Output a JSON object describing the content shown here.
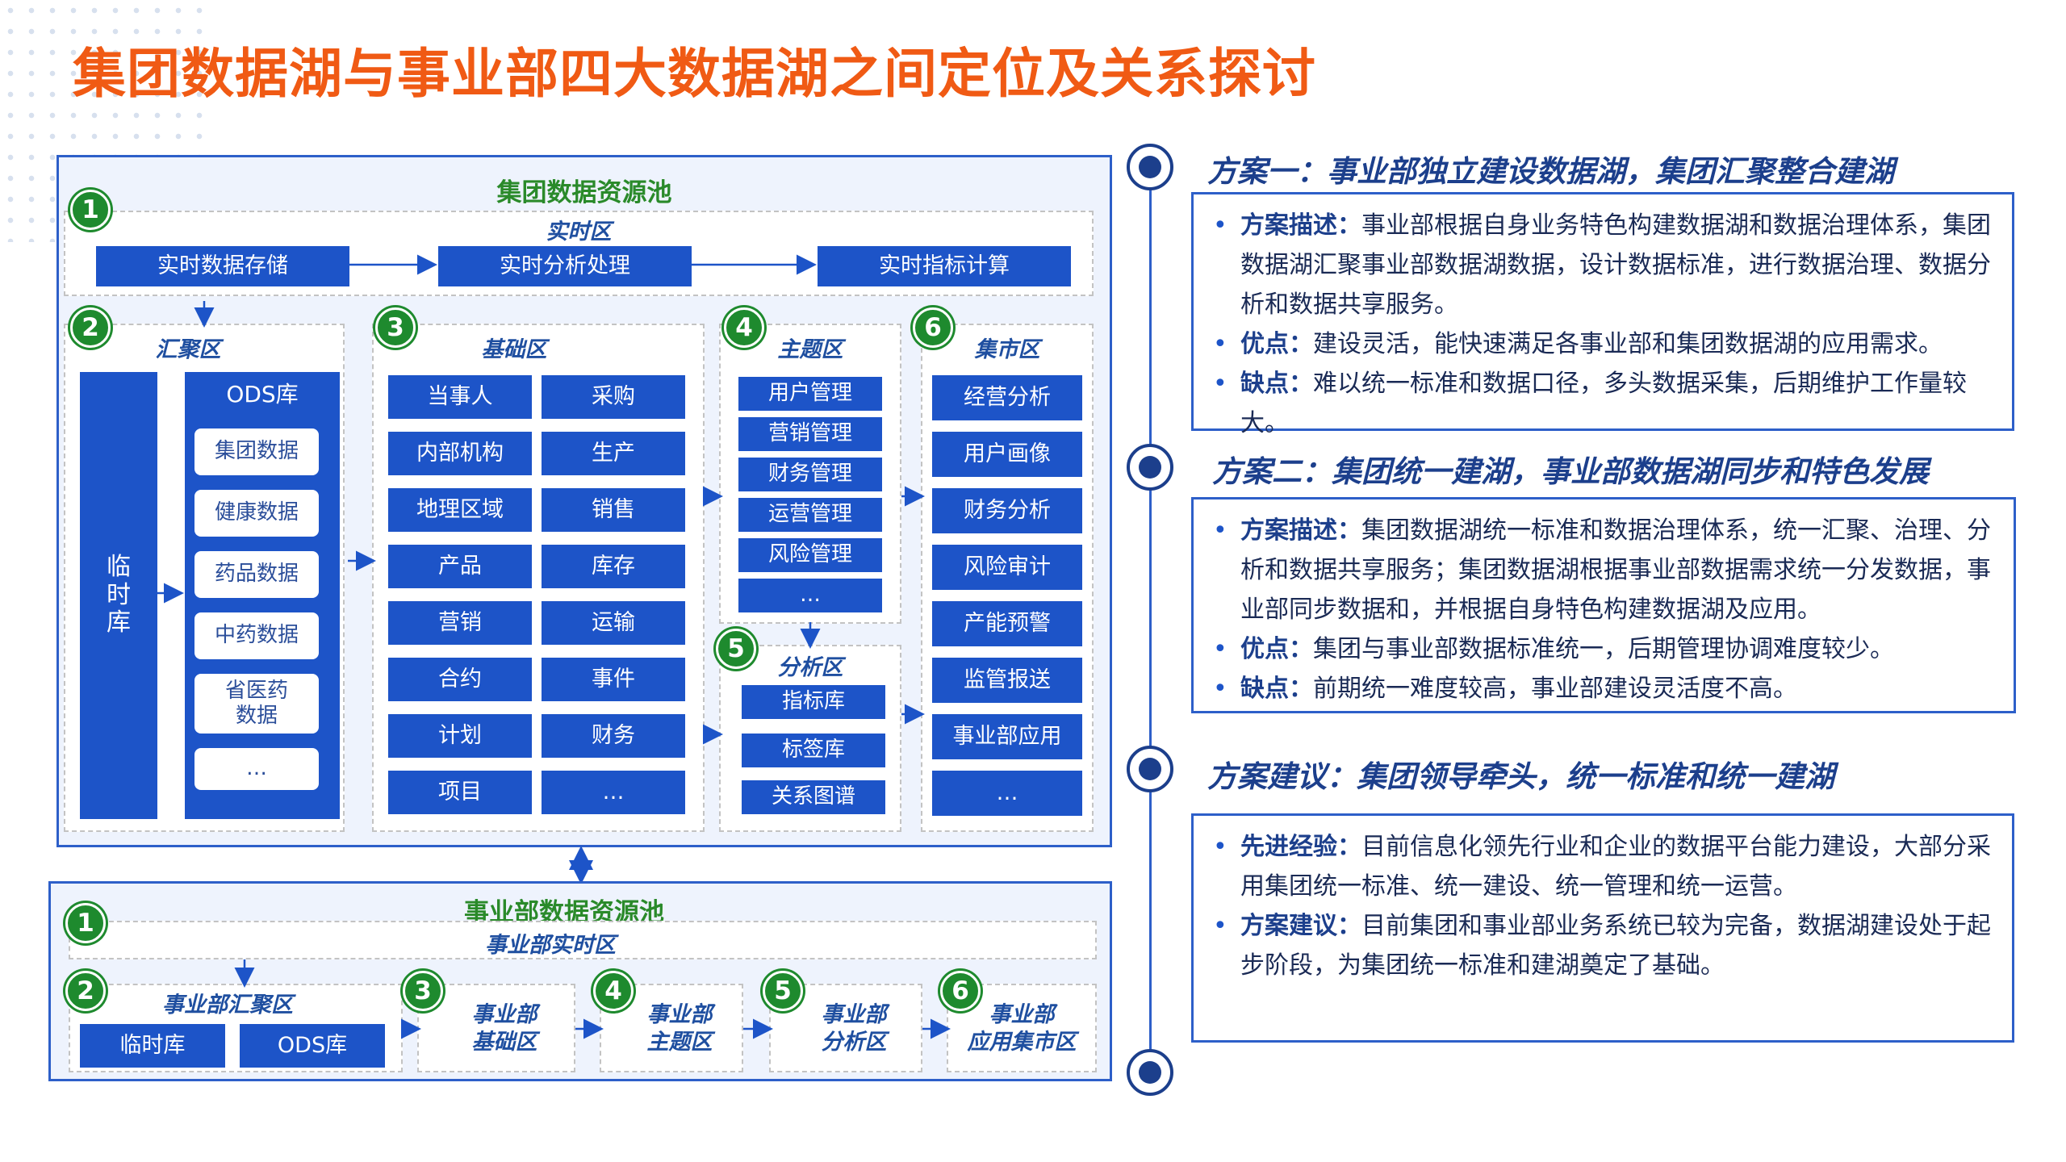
{
  "title": "集团数据湖与事业部四大数据湖之间定位及关系探讨",
  "group_pool": {
    "title": "集团数据资源池",
    "realtime": {
      "num": "1",
      "label": "实时区",
      "items": [
        "实时数据存储",
        "实时分析处理",
        "实时指标计算"
      ]
    },
    "gather": {
      "num": "2",
      "label": "汇聚区",
      "temp": "临\n时\n库",
      "ods_title": "ODS库",
      "ods_items": [
        "集团数据",
        "健康数据",
        "药品数据",
        "中药数据",
        "省医药\n数据",
        "…"
      ]
    },
    "base": {
      "num": "3",
      "label": "基础区",
      "items": [
        "当事人",
        "采购",
        "内部机构",
        "生产",
        "地理区域",
        "销售",
        "产品",
        "库存",
        "营销",
        "运输",
        "合约",
        "事件",
        "计划",
        "财务",
        "项目",
        "…"
      ]
    },
    "topic": {
      "num": "4",
      "label": "主题区",
      "items": [
        "用户管理",
        "营销管理",
        "财务管理",
        "运营管理",
        "风险管理",
        "…"
      ]
    },
    "analysis": {
      "num": "5",
      "label": "分析区",
      "items": [
        "指标库",
        "标签库",
        "关系图谱"
      ]
    },
    "market": {
      "num": "6",
      "label": "集市区",
      "items": [
        "经营分析",
        "用户画像",
        "财务分析",
        "风险审计",
        "产能预警",
        "监管报送",
        "事业部应用",
        "…"
      ]
    }
  },
  "dept_pool": {
    "title": "事业部数据资源池",
    "realtime": {
      "num": "1",
      "label": "事业部实时区"
    },
    "gather": {
      "num": "2",
      "label": "事业部汇聚区",
      "items": [
        "临时库",
        "ODS库"
      ]
    },
    "base": {
      "num": "3",
      "label": "事业部\n基础区"
    },
    "topic": {
      "num": "4",
      "label": "事业部\n主题区"
    },
    "analysis": {
      "num": "5",
      "label": "事业部\n分析区"
    },
    "market": {
      "num": "6",
      "label": "事业部\n应用集市区"
    }
  },
  "plans": [
    {
      "title": "方案一：事业部独立建设数据湖，集团汇聚整合建湖",
      "bullets": [
        {
          "key": "方案描述：",
          "text": "事业部根据自身业务特色构建数据湖和数据治理体系，集团数据湖汇聚事业部数据湖数据，设计数据标准，进行数据治理、数据分析和数据共享服务。"
        },
        {
          "key": "优点：",
          "text": "建设灵活，能快速满足各事业部和集团数据湖的应用需求。"
        },
        {
          "key": "缺点：",
          "text": "难以统一标准和数据口径，多头数据采集，后期维护工作量较大。"
        }
      ]
    },
    {
      "title": "方案二：集团统一建湖，事业部数据湖同步和特色发展",
      "bullets": [
        {
          "key": "方案描述：",
          "text": "集团数据湖统一标准和数据治理体系，统一汇聚、治理、分析和数据共享服务；集团数据湖根据事业部数据需求统一分发数据，事业部同步数据和，并根据自身特色构建数据湖及应用。"
        },
        {
          "key": "优点：",
          "text": "集团与事业部数据标准统一，后期管理协调难度较少。"
        },
        {
          "key": "缺点：",
          "text": "前期统一难度较高，事业部建设灵活度不高。"
        }
      ]
    },
    {
      "title": "方案建议：集团领导牵头，统一标准和统一建湖",
      "bullets": [
        {
          "key": "先进经验：",
          "text": "目前信息化领先行业和企业的数据平台能力建设，大部分采用集团统一标准、统一建设、统一管理和统一运营。"
        },
        {
          "key": "方案建议：",
          "text": "目前集团和事业部业务系统已较为完备，数据湖建设处于起步阶段，为集团统一标准和建湖奠定了基础。"
        }
      ]
    }
  ],
  "colors": {
    "title": "#f05a14",
    "accent_blue": "#1d54c8",
    "circle_green": "#1e8a2e",
    "pool_title_green": "#2a8a2a"
  }
}
